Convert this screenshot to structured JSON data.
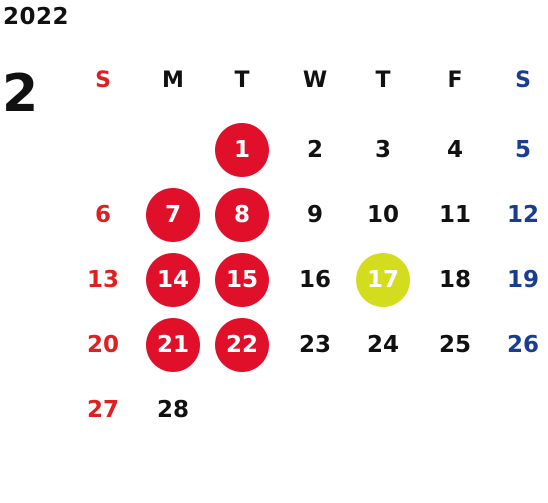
{
  "year": "2022",
  "month": "2",
  "colors": {
    "sunday": "#e02020",
    "saturday": "#1a3d94",
    "weekday": "#111111",
    "holiday_circle": "#e0102a",
    "today_circle": "#d4dc1e",
    "circle_text": "#ffffff"
  },
  "weekdays": [
    "S",
    "M",
    "T",
    "W",
    "T",
    "F",
    "S"
  ],
  "weeks": [
    [
      "",
      "",
      "1",
      "2",
      "3",
      "4",
      "5"
    ],
    [
      "6",
      "7",
      "8",
      "9",
      "10",
      "11",
      "12"
    ],
    [
      "13",
      "14",
      "15",
      "16",
      "17",
      "18",
      "19"
    ],
    [
      "20",
      "21",
      "22",
      "23",
      "24",
      "25",
      "26"
    ],
    [
      "27",
      "28",
      "",
      "",
      "",
      "",
      ""
    ]
  ],
  "highlighted_red": [
    "1",
    "7",
    "8",
    "14",
    "15",
    "21",
    "22"
  ],
  "highlighted_yellow": [
    "17"
  ]
}
